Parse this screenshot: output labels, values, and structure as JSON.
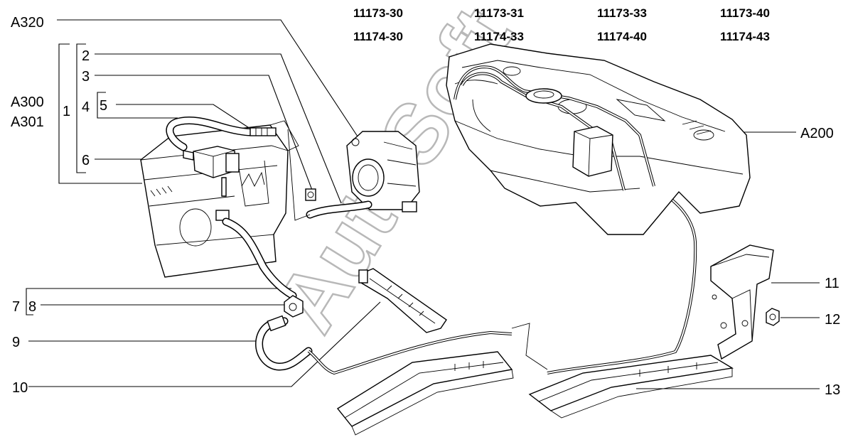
{
  "model_codes": {
    "row1": [
      "11173-30",
      "11173-31",
      "11173-33",
      "11173-40"
    ],
    "row2": [
      "11174-30",
      "11174-33",
      "11174-40",
      "11174-43"
    ]
  },
  "callouts": {
    "a320": "A320",
    "a300": "A300",
    "a301": "A301",
    "a200": "A200",
    "n1": "1",
    "n2": "2",
    "n3": "3",
    "n4": "4",
    "n5": "5",
    "n6": "6",
    "n7": "7",
    "n8": "8",
    "n9": "9",
    "n10": "10",
    "n11": "11",
    "n12": "12",
    "n13": "13"
  },
  "watermark": "AutoSoft"
}
